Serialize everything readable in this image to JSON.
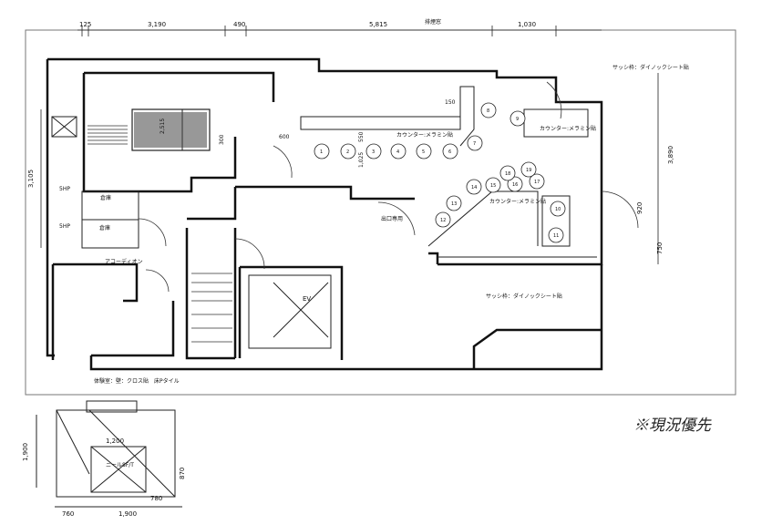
{
  "dimensions_top": [
    "125",
    "3,190",
    "490",
    "5,815",
    "1,030"
  ],
  "dimensions_left": [
    "3,105"
  ],
  "dimensions_right": [
    "3,890",
    "920",
    "750"
  ],
  "small_plan_dimensions": [
    "1,900",
    "1,200",
    "870",
    "780",
    "1,900",
    "760"
  ],
  "labels": {
    "window_top": "排煙窓",
    "sash_top": "サッシ枠：ダイノックシート貼",
    "sash_bottom": "サッシ枠：ダイノックシート貼",
    "counter_left": "カウンター:メラミン貼",
    "counter_right_top": "カウンター:メラミン貼",
    "counter_diag": "カウンター:メラミン貼",
    "exit": "出口専用",
    "accordion": "アコーディオン",
    "elevator": "EV",
    "experience_room": "体験室：壁：クロス貼　床Pタイル",
    "storage_a": "倉庫",
    "storage_b": "倉庫",
    "hp1": "5HP",
    "hp2": "5HP",
    "misc_150": "150",
    "misc_550": "550",
    "misc_600": "600",
    "misc_300": "300",
    "misc_1025": "1,025",
    "misc_2515": "2,515",
    "small_plan_label": "ニール8F/T"
  },
  "seats_row": [
    "1",
    "2",
    "3",
    "4",
    "5",
    "6",
    "7"
  ],
  "seats_right": [
    "8",
    "9",
    "10",
    "11",
    "12",
    "13",
    "14",
    "15",
    "16",
    "17",
    "18",
    "19"
  ],
  "handwritten_note": "※現況優先"
}
